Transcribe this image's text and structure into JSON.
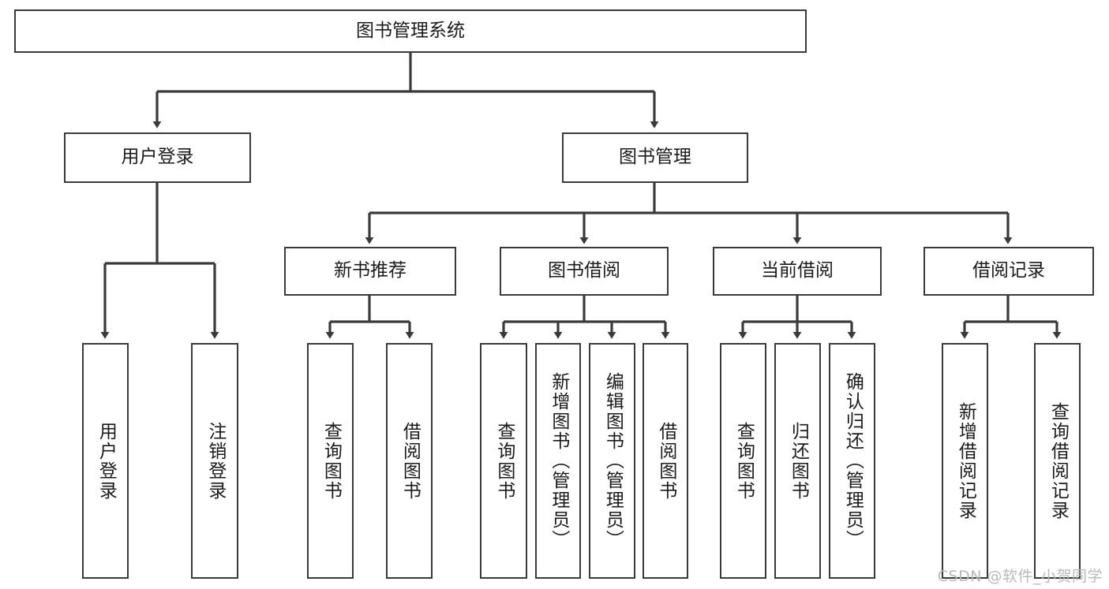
{
  "diagram": {
    "title": "图书管理系统",
    "type": "tree",
    "root": {
      "id": "root",
      "label": "图书管理系统",
      "orientation": "horizontal"
    },
    "level2": [
      {
        "id": "user-login",
        "label": "用户登录",
        "orientation": "horizontal"
      },
      {
        "id": "book-management",
        "label": "图书管理",
        "orientation": "horizontal"
      }
    ],
    "level3": [
      {
        "id": "new-book-recommend",
        "label": "新书推荐",
        "parent": "book-management",
        "orientation": "horizontal"
      },
      {
        "id": "book-borrow",
        "label": "图书借阅",
        "parent": "book-management",
        "orientation": "horizontal"
      },
      {
        "id": "current-borrow",
        "label": "当前借阅",
        "parent": "book-management",
        "orientation": "horizontal"
      },
      {
        "id": "borrow-record",
        "label": "借阅记录",
        "parent": "book-management",
        "orientation": "horizontal"
      }
    ],
    "leaves": [
      {
        "id": "leaf-user-login",
        "label": "用户登录",
        "parent": "user-login",
        "orientation": "vertical"
      },
      {
        "id": "leaf-logout-login",
        "label": "注销登录",
        "parent": "user-login",
        "orientation": "vertical"
      },
      {
        "id": "leaf-query-book-1",
        "label": "查询图书",
        "parent": "new-book-recommend",
        "orientation": "vertical"
      },
      {
        "id": "leaf-borrow-book-1",
        "label": "借阅图书",
        "parent": "new-book-recommend",
        "orientation": "vertical"
      },
      {
        "id": "leaf-query-book-2",
        "label": "查询图书",
        "parent": "book-borrow",
        "orientation": "vertical"
      },
      {
        "id": "leaf-add-book",
        "label": "新增图书（管理员）",
        "parent": "book-borrow",
        "orientation": "vertical"
      },
      {
        "id": "leaf-edit-book",
        "label": "编辑图书（管理员）",
        "parent": "book-borrow",
        "orientation": "vertical"
      },
      {
        "id": "leaf-borrow-book-2",
        "label": "借阅图书",
        "parent": "book-borrow",
        "orientation": "vertical"
      },
      {
        "id": "leaf-query-book-3",
        "label": "查询图书",
        "parent": "current-borrow",
        "orientation": "vertical"
      },
      {
        "id": "leaf-return-book",
        "label": "归还图书",
        "parent": "current-borrow",
        "orientation": "vertical"
      },
      {
        "id": "leaf-confirm-return",
        "label": "确认归还（管理员）",
        "parent": "current-borrow",
        "orientation": "vertical"
      },
      {
        "id": "leaf-add-record",
        "label": "新增借阅记录",
        "parent": "borrow-record",
        "orientation": "vertical"
      },
      {
        "id": "leaf-query-record",
        "label": "查询借阅记录",
        "parent": "borrow-record",
        "orientation": "vertical"
      }
    ],
    "watermark": "CSDN @软件_小贺同学",
    "colors": {
      "stroke": "#3a3a3a",
      "fill": "#ffffff",
      "text": "#1b1b1b",
      "watermark": "#b9b9b9"
    }
  }
}
